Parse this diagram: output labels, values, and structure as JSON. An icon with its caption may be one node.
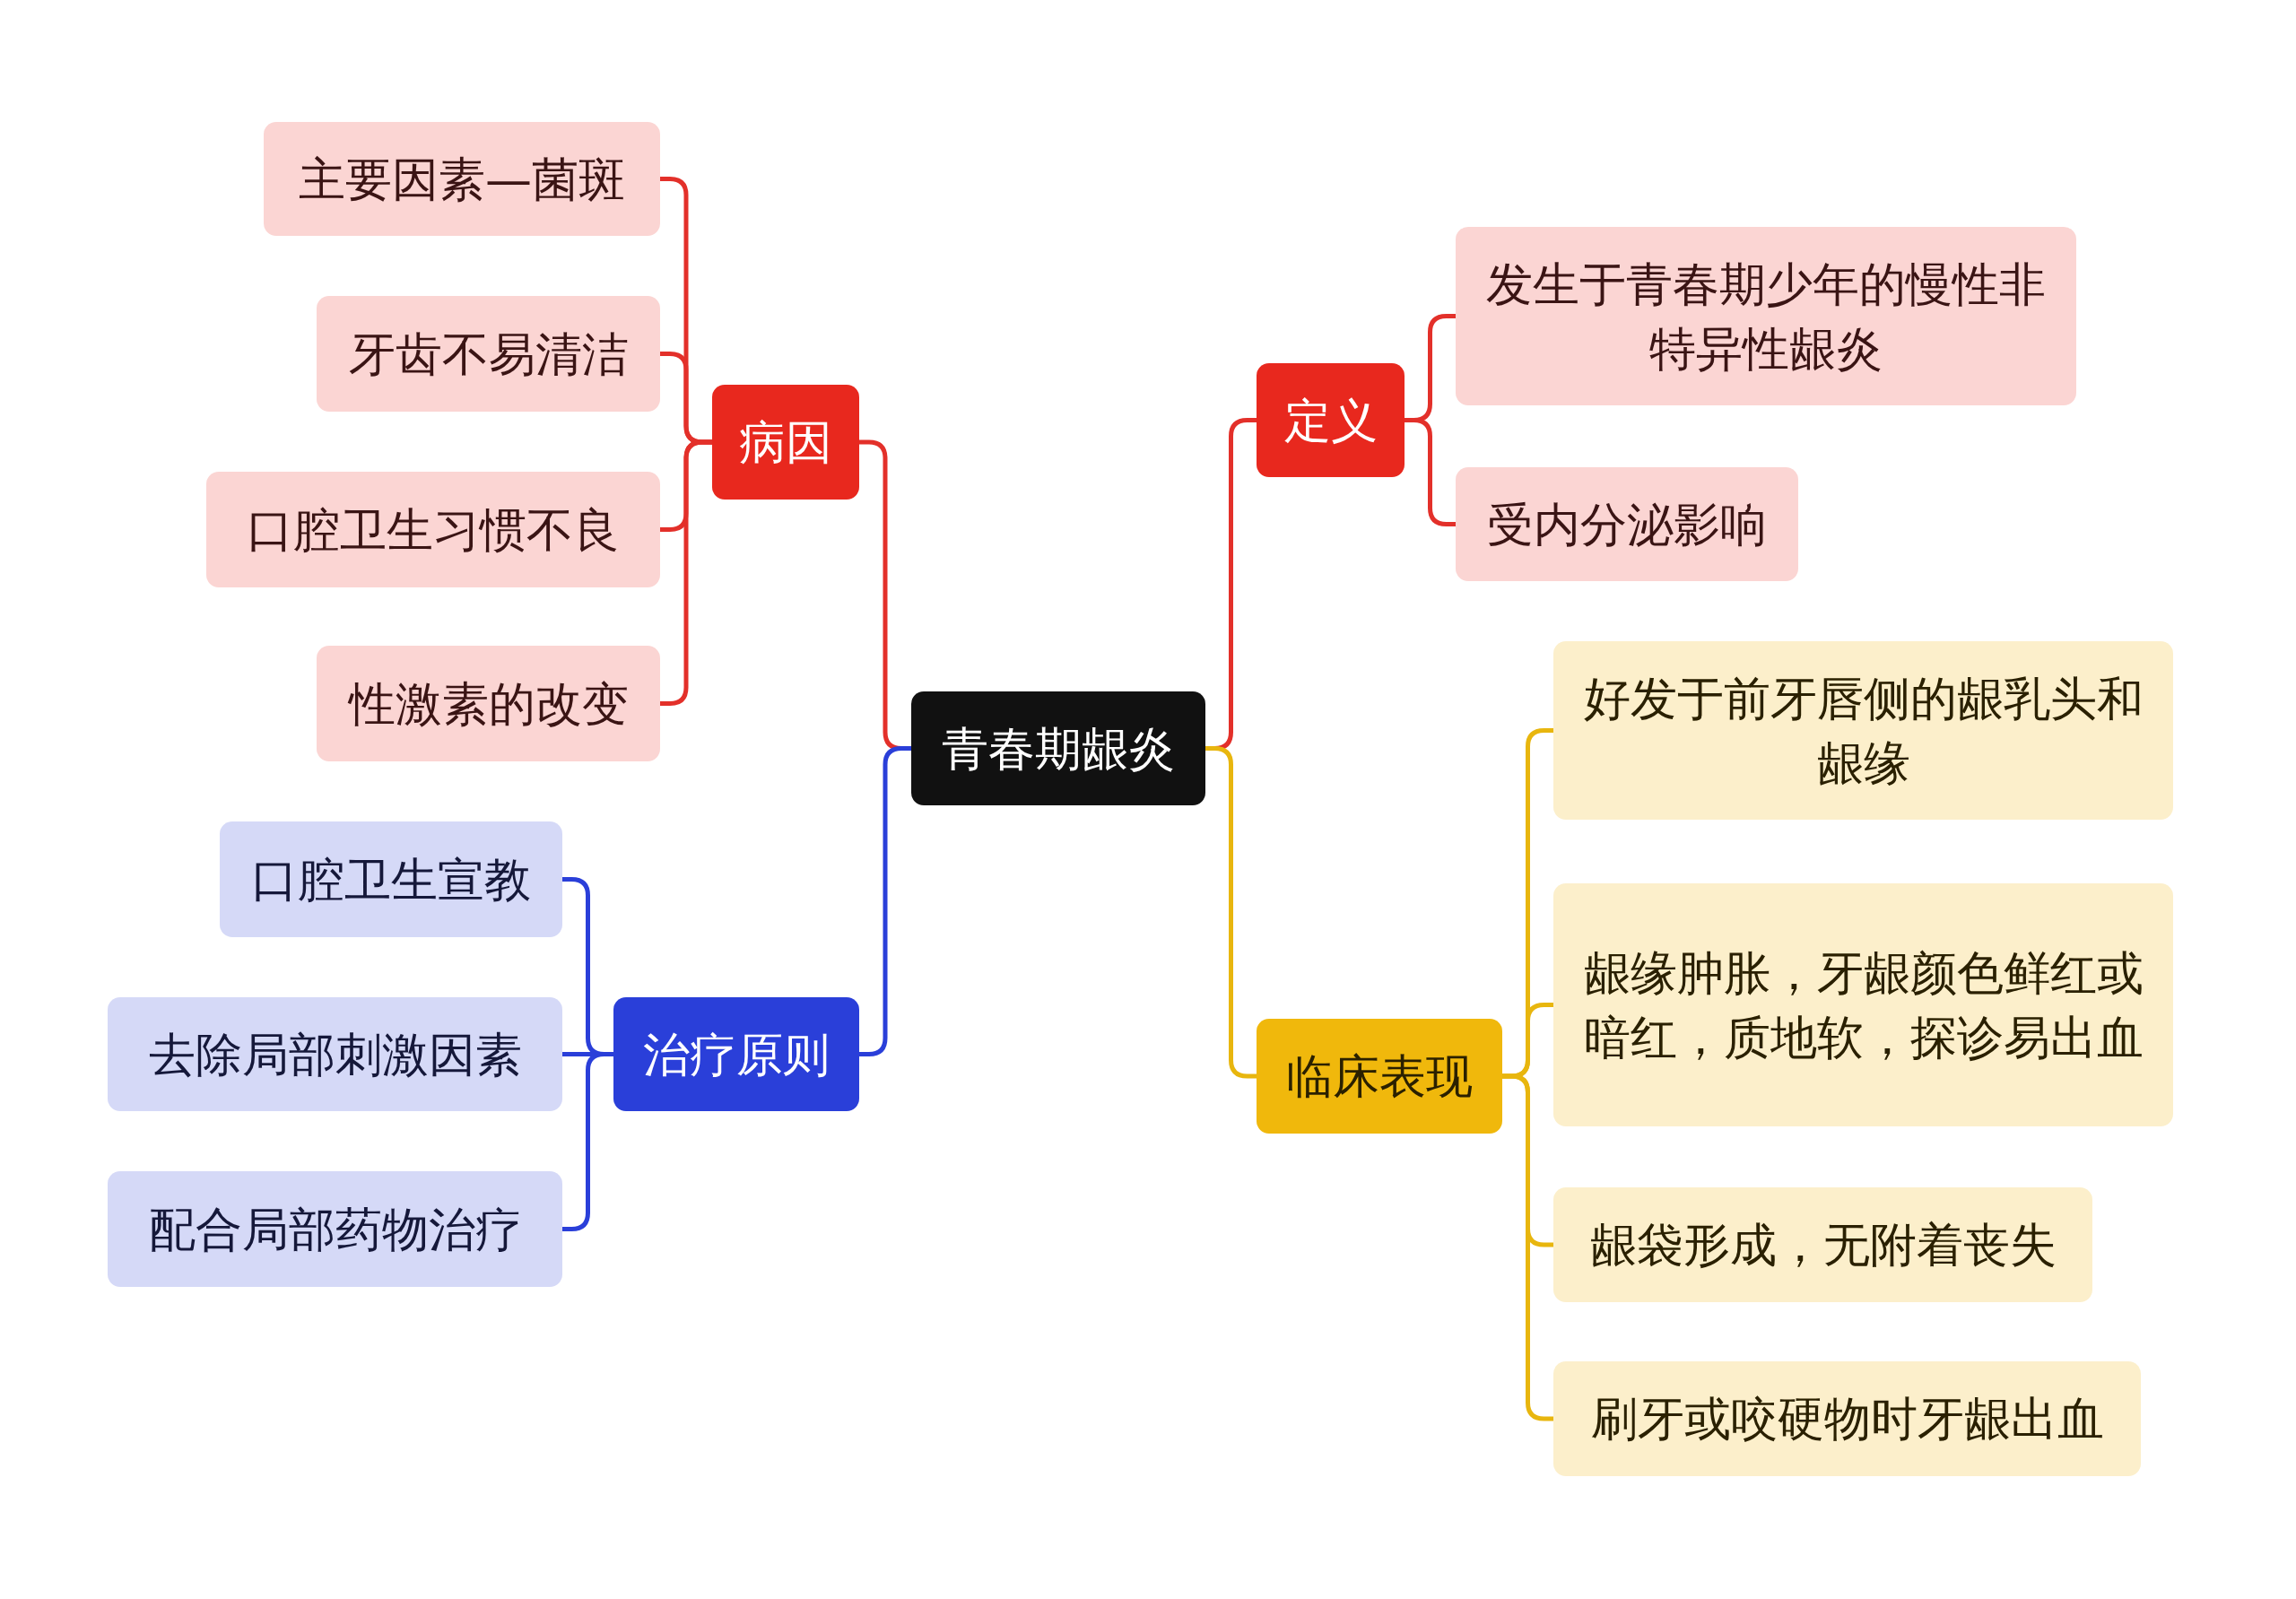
{
  "diagram": {
    "nodes": [
      {
        "text": [
          "青春期龈炎"
        ]
      },
      {
        "text": [
          "病因"
        ]
      },
      {
        "text": [
          "主要因素—菌斑"
        ]
      },
      {
        "text": [
          "牙齿不易清洁"
        ]
      },
      {
        "text": [
          "口腔卫生习惯不良"
        ]
      },
      {
        "text": [
          "性激素的改变"
        ]
      },
      {
        "text": [
          "治疗原则"
        ]
      },
      {
        "text": [
          "口腔卫生宣教"
        ]
      },
      {
        "text": [
          "去除局部刺激因素"
        ]
      },
      {
        "text": [
          "配合局部药物治疗"
        ]
      },
      {
        "text": [
          "定义"
        ]
      },
      {
        "text": [
          "发生于青春期少年的慢性非特异性龈炎"
        ]
      },
      {
        "text": [
          "受内分泌影响"
        ]
      },
      {
        "text": [
          "临床表现"
        ]
      },
      {
        "text": [
          "好发于前牙唇侧的龈乳头和龈缘"
        ]
      },
      {
        "text": [
          "龈缘肿胀，牙龈颜色鲜红或暗红，质地软，探诊易出血"
        ]
      },
      {
        "text": [
          "龈袋形成，无附着丧失"
        ]
      },
      {
        "text": [
          "刷牙或咬硬物时牙龈出血"
        ]
      }
    ],
    "edges": [
      {
        "from": 0,
        "to": 1,
        "arrow": "none"
      },
      {
        "from": 1,
        "to": 2,
        "arrow": "none"
      },
      {
        "from": 1,
        "to": 3,
        "arrow": "none"
      },
      {
        "from": 1,
        "to": 4,
        "arrow": "none"
      },
      {
        "from": 1,
        "to": 5,
        "arrow": "none"
      },
      {
        "from": 0,
        "to": 6,
        "arrow": "none",
        "color": "#2a3fd9"
      },
      {
        "from": 6,
        "to": 7,
        "arrow": "none",
        "color": "#2a3fd9"
      },
      {
        "from": 6,
        "to": 8,
        "arrow": "none",
        "color": "#2a3fd9"
      },
      {
        "from": 6,
        "to": 9,
        "arrow": "none",
        "color": "#2a3fd9"
      },
      {
        "from": 0,
        "to": 10,
        "arrow": "none"
      },
      {
        "from": 10,
        "to": 11,
        "arrow": "none"
      },
      {
        "from": 10,
        "to": 12,
        "arrow": "none"
      },
      {
        "from": 0,
        "to": 13,
        "arrow": "none",
        "color": "#e8b60e"
      },
      {
        "from": 13,
        "to": 14,
        "arrow": "none",
        "color": "#e8b60e"
      },
      {
        "from": 13,
        "to": 15,
        "arrow": "none",
        "color": "#e8b60e"
      },
      {
        "from": 13,
        "to": 16,
        "arrow": "none",
        "color": "#e8b60e"
      },
      {
        "from": 13,
        "to": 17,
        "arrow": "none",
        "color": "#e8b60e"
      }
    ]
  }
}
